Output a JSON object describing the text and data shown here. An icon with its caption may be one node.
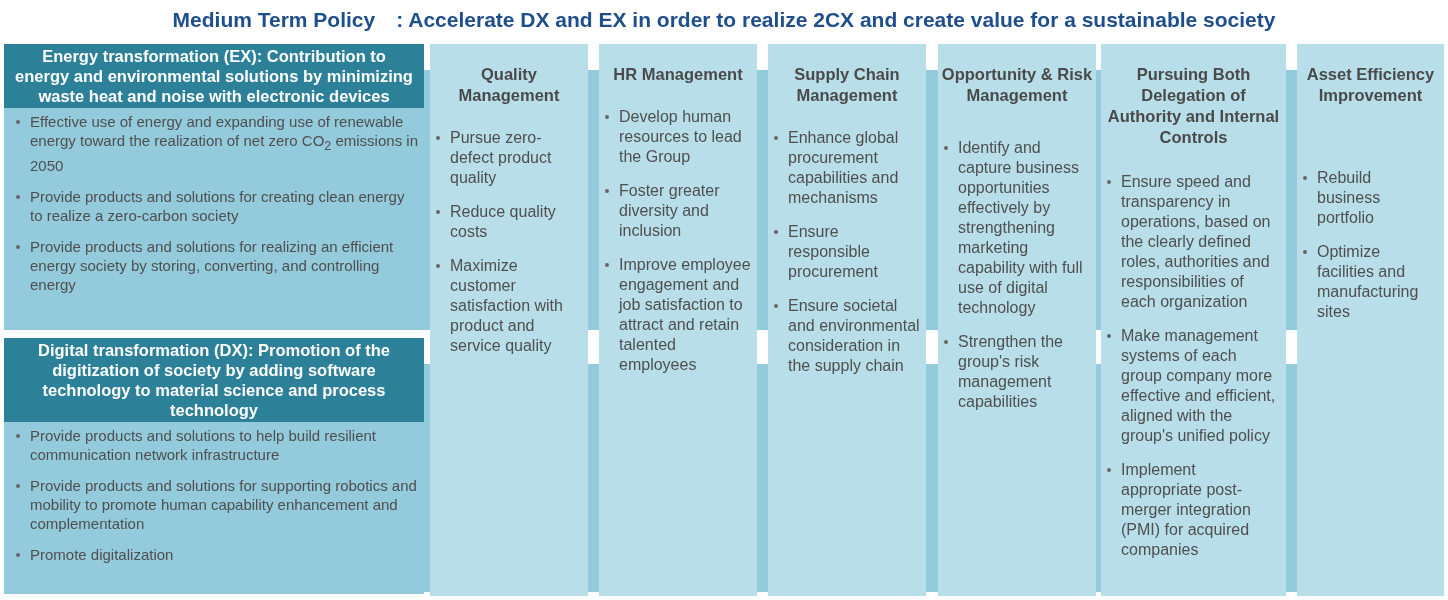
{
  "diagram": {
    "title": "Medium Term Policy　: Accelerate DX and EX in order to realize 2CX and create value for a sustainable society",
    "nodes": [
      {
        "text": [
          "Energy transformation (EX): Contribution to energy and environmental solutions by minimizing waste heat and noise with electronic devices",
          "Effective use of energy and expanding use of renewable energy toward the realization of net zero CO$_{2}$ emissions in 2050",
          "Provide products and solutions for creating clean energy to realize a zero-carbon society",
          "Provide products and solutions for realizing an efficient energy society by storing, converting, and controlling energy"
        ]
      },
      {
        "text": [
          "Digital transformation (DX): Promotion of the digitization of society by adding software technology to material science and process technology",
          "Provide products and solutions to help build resilient communication network infrastructure",
          "Provide products and solutions for supporting robotics and mobility to promote human capability enhancement and complementation",
          "Promote digitalization"
        ]
      },
      {
        "text": [
          "Quality Management",
          "Pursue zero-defect product quality",
          "Reduce quality costs",
          "Maximize customer satisfaction with product and service quality"
        ]
      },
      {
        "text": [
          "HR Management",
          "Develop human resources to lead the Group",
          "Foster greater diversity and inclusion",
          "Improve employee engagement and job satisfaction to attract and retain talented employees"
        ]
      },
      {
        "text": [
          "Supply Chain Management",
          "Enhance global procurement capabilities and mechanisms",
          "Ensure responsible procurement",
          "Ensure societal and environmental consideration in the supply chain"
        ]
      },
      {
        "text": [
          "Opportunity & Risk Management",
          "Identify and capture business opportunities effectively by strengthening marketing capability with full use of digital technology",
          "Strengthen the group's risk management capabilities"
        ]
      },
      {
        "text": [
          "Pursuing Both Delegation of Authority and Internal Controls",
          "Ensure speed and transparency in operations, based on the clearly defined roles, authorities and responsibilities of each organization",
          "Make management systems of each group company more effective and efficient, aligned with the group's unified policy",
          "Implement appropriate post-merger integration (PMI) for acquired companies"
        ]
      },
      {
        "text": [
          "Asset Efficiency Improvement",
          "Rebuild business portfolio",
          "Optimize facilities and manufacturing sites"
        ]
      }
    ]
  }
}
